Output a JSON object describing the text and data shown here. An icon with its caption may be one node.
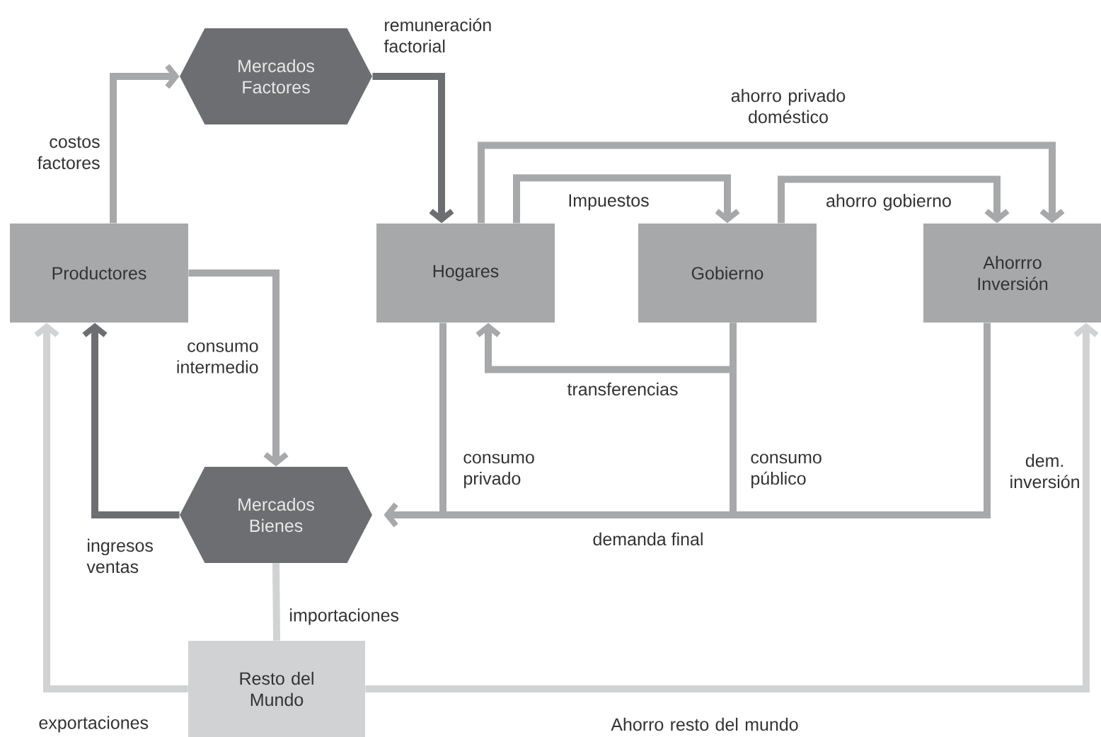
{
  "diagram": {
    "nodes": [
      {
        "text": [
          "Mercados Factores"
        ]
      },
      {
        "text": [
          "Productores"
        ]
      },
      {
        "text": [
          "Hogares"
        ]
      },
      {
        "text": [
          "Gobierno"
        ]
      },
      {
        "text": [
          "Ahorrro Inversión"
        ]
      },
      {
        "text": [
          "Mercados Bienes"
        ]
      },
      {
        "text": [
          "Resto del Mundo"
        ]
      }
    ],
    "edges": [
      {
        "from": 1,
        "to": 0,
        "arrow": "to",
        "label": "costos factores"
      },
      {
        "from": 0,
        "to": 2,
        "arrow": "to",
        "label": "remuneración factorial",
        "color": "#6d6e71"
      },
      {
        "from": 2,
        "to": 3,
        "arrow": "to",
        "label": "Impuestos"
      },
      {
        "from": 2,
        "to": 4,
        "arrow": "to",
        "label": "ahorro privado doméstico"
      },
      {
        "from": 3,
        "to": 4,
        "arrow": "to",
        "label": "ahorro gobierno"
      },
      {
        "from": 3,
        "to": 2,
        "arrow": "to",
        "label": "transferencias"
      },
      {
        "from": 2,
        "to": 5,
        "arrow": "to",
        "label": "consumo privado"
      },
      {
        "from": 3,
        "to": 5,
        "arrow": "to",
        "label": "consumo público"
      },
      {
        "from": 4,
        "to": 5,
        "arrow": "to",
        "label": "dem. inversión"
      },
      {
        "from": 1,
        "to": 5,
        "arrow": "to",
        "label": "consumo intermedio"
      },
      {
        "from": 5,
        "to": 1,
        "arrow": "to",
        "label": "ingresos ventas",
        "color": "#6d6e71"
      },
      {
        "from": 5,
        "to": 6,
        "arrow": "none",
        "label": "importaciones",
        "color": "#d1d2d4"
      },
      {
        "from": 6,
        "to": 1,
        "arrow": "to",
        "label": "exportaciones",
        "color": "#d1d2d4"
      },
      {
        "from": 6,
        "to": 4,
        "arrow": "to",
        "label": "Ahorro resto del mundo",
        "color": "#d1d2d4"
      }
    ],
    "labels": [
      "demanda final"
    ]
  }
}
